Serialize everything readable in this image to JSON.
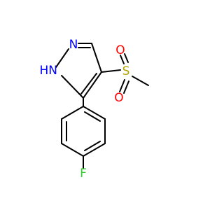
{
  "molecule": {
    "atoms": {
      "n2": {
        "symbol": "N",
        "color": "#0000ff"
      },
      "nh": {
        "symbol": "NH",
        "h_prefix": "H",
        "n_part": "N",
        "color": "#0000ff"
      },
      "s": {
        "symbol": "S",
        "color": "#b3a300"
      },
      "o1": {
        "symbol": "O",
        "color": "#ff0000"
      },
      "o2": {
        "symbol": "O",
        "color": "#ff0000"
      },
      "f": {
        "symbol": "F",
        "color": "#33cc33"
      }
    },
    "bond_color": "#000000"
  }
}
